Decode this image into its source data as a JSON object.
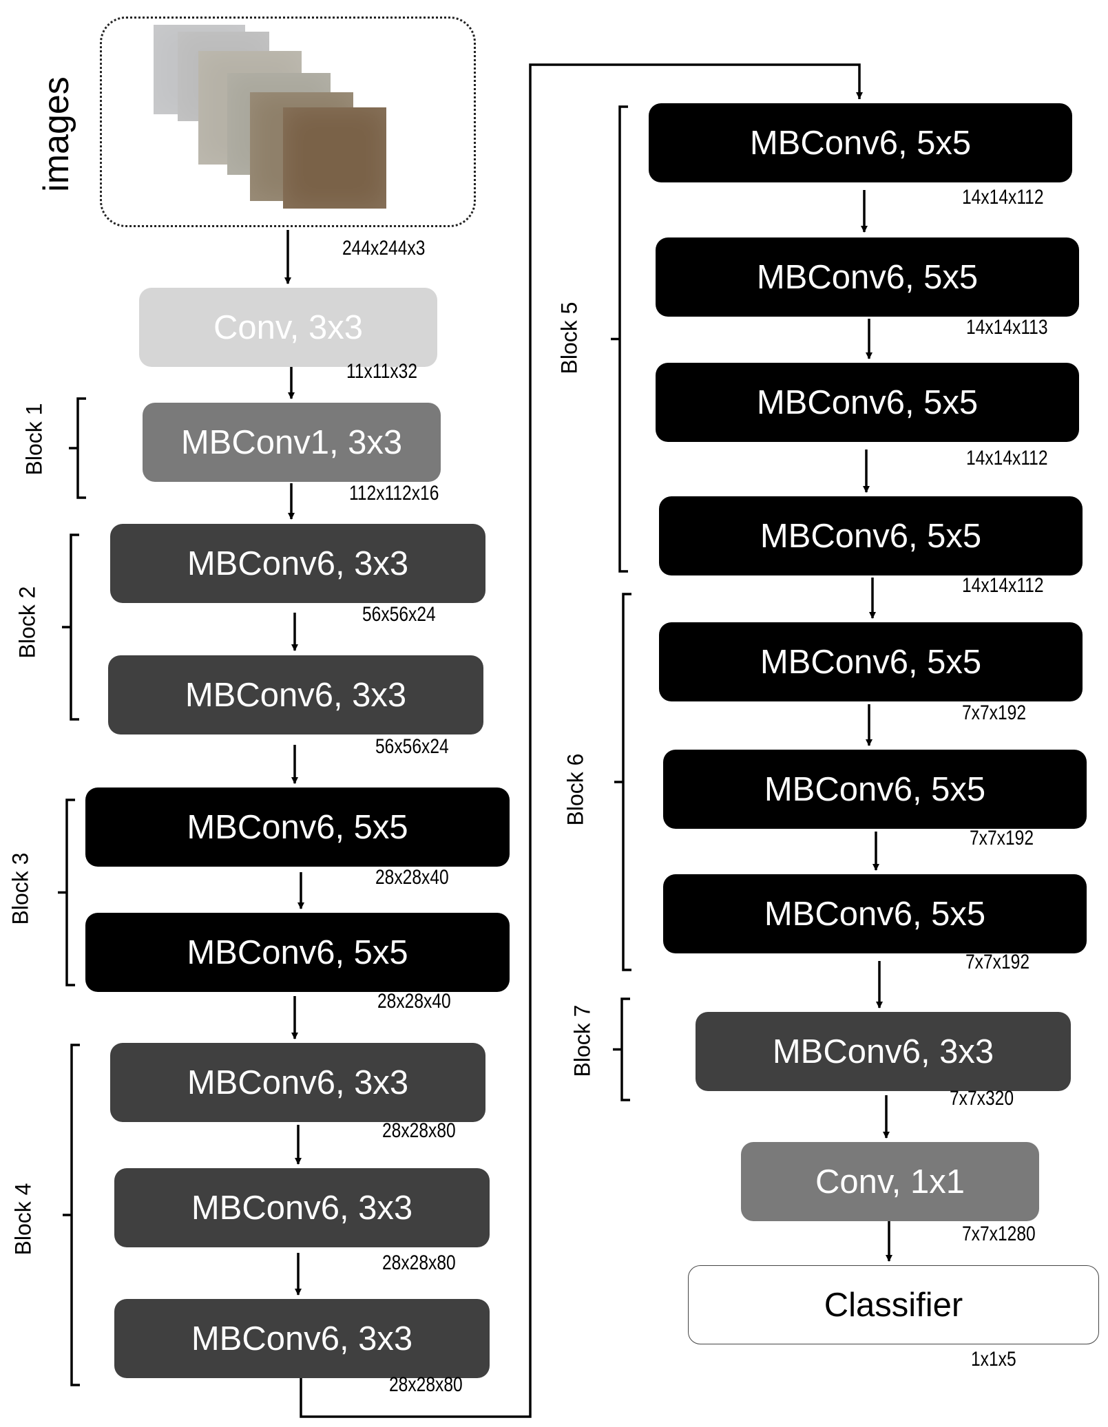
{
  "input": {
    "label": "images",
    "thumbnails": [
      {
        "color": "#c3c4c6"
      },
      {
        "color": "#bcbcbc"
      },
      {
        "color": "#b6b2a7"
      },
      {
        "color": "#aaa89d"
      },
      {
        "color": "#8f806a"
      },
      {
        "color": "#7a6248"
      }
    ]
  },
  "layers": [
    {
      "id": "conv-3x3",
      "label": "Conv, 3x3",
      "color": "#d6d6d6"
    },
    {
      "id": "block1-mbconv1",
      "label": "MBConv1, 3x3",
      "color": "#7a7a7a"
    },
    {
      "id": "block2-layer1",
      "label": "MBConv6, 3x3",
      "color": "#404040"
    },
    {
      "id": "block2-layer2",
      "label": "MBConv6, 3x3",
      "color": "#404040"
    },
    {
      "id": "block3-layer1",
      "label": "MBConv6, 5x5",
      "color": "#000000"
    },
    {
      "id": "block3-layer2",
      "label": "MBConv6, 5x5",
      "color": "#000000"
    },
    {
      "id": "block4-layer1",
      "label": "MBConv6, 3x3",
      "color": "#404040"
    },
    {
      "id": "block4-layer2",
      "label": "MBConv6, 3x3",
      "color": "#404040"
    },
    {
      "id": "block4-layer3",
      "label": "MBConv6, 3x3",
      "color": "#404040"
    },
    {
      "id": "block5-layer1",
      "label": "MBConv6, 5x5",
      "color": "#000000"
    },
    {
      "id": "block5-layer2",
      "label": "MBConv6, 5x5",
      "color": "#000000"
    },
    {
      "id": "block5-layer3",
      "label": "MBConv6, 5x5",
      "color": "#000000"
    },
    {
      "id": "block5-layer4",
      "label": "MBConv6, 5x5",
      "color": "#000000"
    },
    {
      "id": "block6-layer1",
      "label": "MBConv6, 5x5",
      "color": "#000000"
    },
    {
      "id": "block6-layer2",
      "label": "MBConv6, 5x5",
      "color": "#000000"
    },
    {
      "id": "block6-layer3",
      "label": "MBConv6, 5x5",
      "color": "#000000"
    },
    {
      "id": "block7-layer1",
      "label": "MBConv6, 3x3",
      "color": "#404040"
    },
    {
      "id": "conv-1x1",
      "label": "Conv, 1x1",
      "color": "#7a7a7a"
    },
    {
      "id": "classifier",
      "label": "Classifier",
      "color": "#ffffff"
    }
  ],
  "dimensions": [
    "244x244x3",
    "11x11x32",
    "112x112x16",
    "56x56x24",
    "56x56x24",
    "28x28x40",
    "28x28x40",
    "28x28x80",
    "28x28x80",
    "28x28x80",
    "14x14x112",
    "14x14x113",
    "14x14x112",
    "14x14x112",
    "7x7x192",
    "7x7x192",
    "7x7x192",
    "7x7x320",
    "7x7x1280",
    "1x1x5"
  ],
  "block_labels": [
    "Block 1",
    "Block 2",
    "Block 3",
    "Block 4",
    "Block 5",
    "Block 6",
    "Block 7"
  ]
}
